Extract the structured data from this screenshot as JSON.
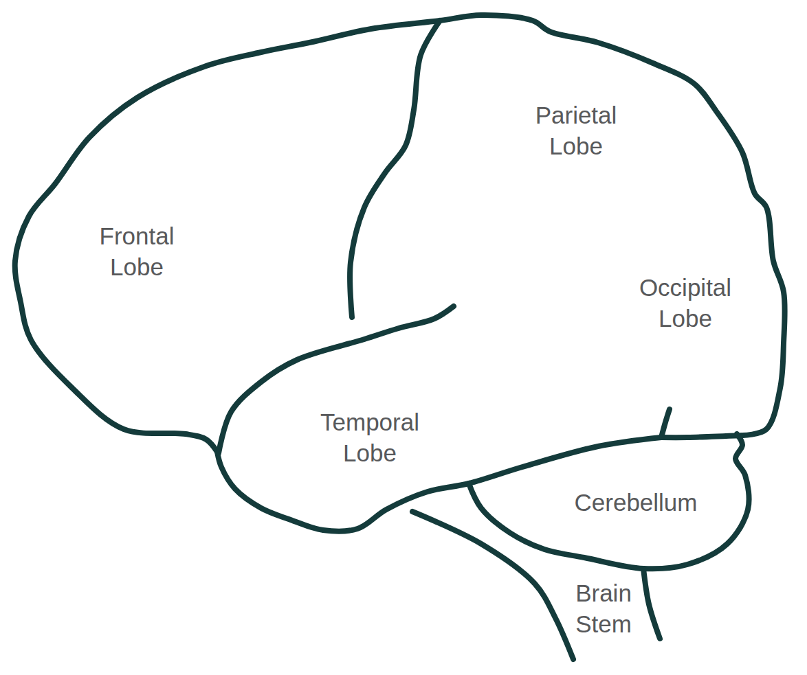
{
  "diagram": {
    "labels": [
      "Parietal Lobe",
      "Frontal Lobe",
      "Occipital Lobe",
      "Temporal Lobe",
      "Cerebellum",
      "Brain Stem"
    ]
  }
}
